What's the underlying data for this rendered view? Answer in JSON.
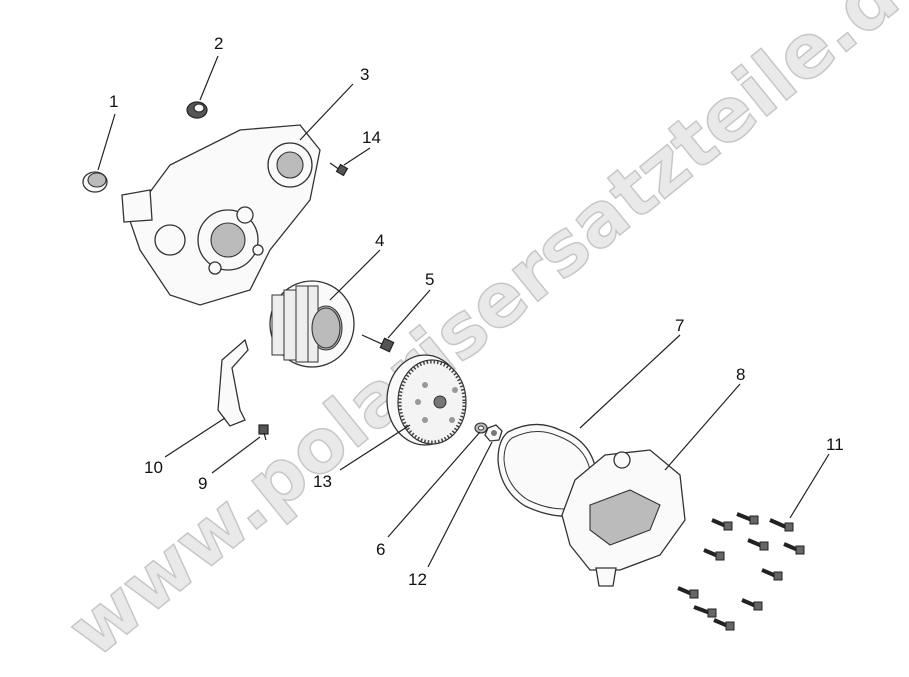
{
  "watermark": "www.polarisersatzteile.de",
  "callouts": {
    "c1": "1",
    "c2": "2",
    "c3": "3",
    "c4": "4",
    "c5": "5",
    "c6": "6",
    "c7": "7",
    "c8": "8",
    "c9": "9",
    "c10": "10",
    "c11": "11",
    "c12": "12",
    "c13": "13",
    "c14": "14"
  }
}
